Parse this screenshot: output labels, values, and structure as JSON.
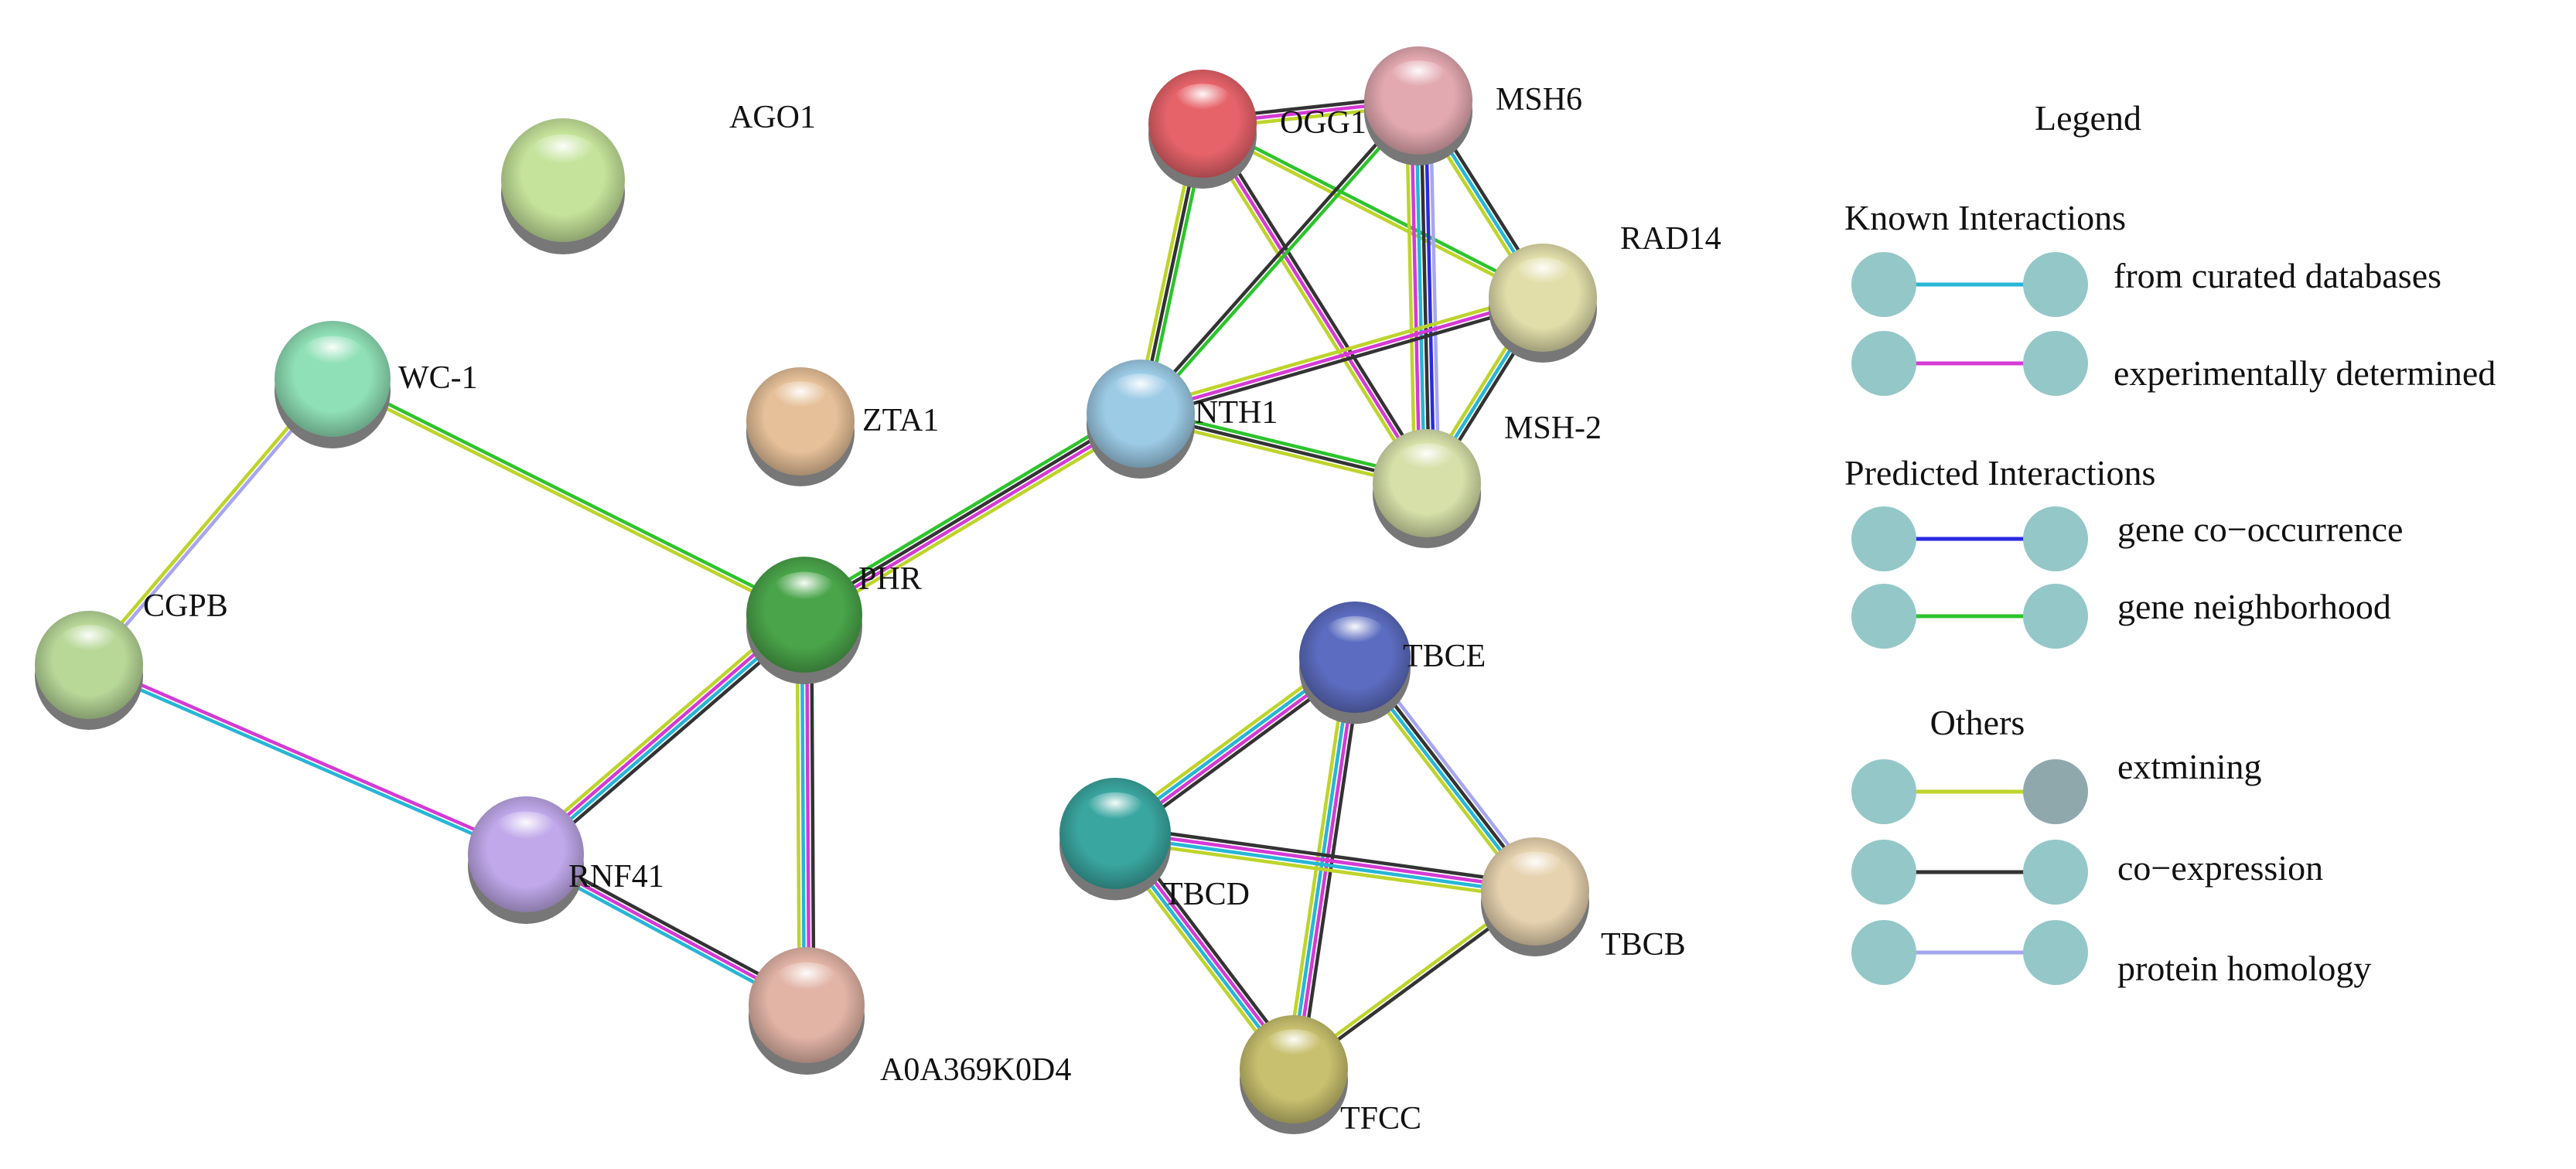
{
  "network": {
    "nodes": [
      {
        "id": "AGO1",
        "label": "AGO1",
        "color": "#c5e39a"
      },
      {
        "id": "OGG1",
        "label": "OGG1",
        "color": "#e6636a"
      },
      {
        "id": "MSH6",
        "label": "MSH6",
        "color": "#e3a9b0"
      },
      {
        "id": "RAD14",
        "label": "RAD14",
        "color": "#e2deaa"
      },
      {
        "id": "WC-1",
        "label": "WC-1",
        "color": "#8fe0b6"
      },
      {
        "id": "ZTA1",
        "label": "ZTA1",
        "color": "#e6c098"
      },
      {
        "id": "NTH1",
        "label": "NTH1",
        "color": "#9ccbe6"
      },
      {
        "id": "MSH-2",
        "label": "MSH-2",
        "color": "#d6e0a8"
      },
      {
        "id": "CGPB",
        "label": "CGPB",
        "color": "#b8d898"
      },
      {
        "id": "PHR",
        "label": "PHR",
        "color": "#4aa54a"
      },
      {
        "id": "TBCE",
        "label": "TBCE",
        "color": "#5c6cc0"
      },
      {
        "id": "TBCD",
        "label": "TBCD",
        "color": "#3aa6a0"
      },
      {
        "id": "RNF41",
        "label": "RNF41",
        "color": "#c0a8ea"
      },
      {
        "id": "TBCB",
        "label": "TBCB",
        "color": "#e6d2ae"
      },
      {
        "id": "A0A369K0D4",
        "label": "A0A369K0D4",
        "color": "#e2b4a6"
      },
      {
        "id": "TFCC",
        "label": "TFCC",
        "color": "#c8c06e"
      }
    ],
    "edges": [
      {
        "source": "WC-1",
        "target": "CGPB",
        "types": [
          "homology",
          "textmining"
        ]
      },
      {
        "source": "WC-1",
        "target": "PHR",
        "types": [
          "neighborhood",
          "textmining"
        ]
      },
      {
        "source": "CGPB",
        "target": "RNF41",
        "types": [
          "experimental",
          "curated"
        ]
      },
      {
        "source": "PHR",
        "target": "NTH1",
        "types": [
          "neighborhood",
          "coexpression",
          "experimental",
          "textmining"
        ]
      },
      {
        "source": "PHR",
        "target": "RNF41",
        "types": [
          "coexpression",
          "curated",
          "experimental",
          "textmining"
        ]
      },
      {
        "source": "PHR",
        "target": "A0A369K0D4",
        "types": [
          "coexpression",
          "experimental",
          "curated",
          "textmining"
        ]
      },
      {
        "source": "RNF41",
        "target": "A0A369K0D4",
        "types": [
          "coexpression",
          "experimental",
          "curated"
        ]
      },
      {
        "source": "OGG1",
        "target": "MSH6",
        "types": [
          "coexpression",
          "experimental",
          "textmining"
        ]
      },
      {
        "source": "OGG1",
        "target": "RAD14",
        "types": [
          "neighborhood",
          "textmining"
        ]
      },
      {
        "source": "OGG1",
        "target": "NTH1",
        "types": [
          "neighborhood",
          "coexpression",
          "textmining"
        ]
      },
      {
        "source": "OGG1",
        "target": "MSH-2",
        "types": [
          "coexpression",
          "experimental",
          "textmining"
        ]
      },
      {
        "source": "MSH6",
        "target": "RAD14",
        "types": [
          "coexpression",
          "curated",
          "textmining"
        ]
      },
      {
        "source": "MSH6",
        "target": "NTH1",
        "types": [
          "neighborhood",
          "coexpression"
        ]
      },
      {
        "source": "MSH6",
        "target": "MSH-2",
        "types": [
          "homology",
          "cooccurrence",
          "coexpression",
          "curated",
          "experimental",
          "textmining"
        ]
      },
      {
        "source": "RAD14",
        "target": "NTH1",
        "types": [
          "coexpression",
          "experimental",
          "textmining"
        ]
      },
      {
        "source": "RAD14",
        "target": "MSH-2",
        "types": [
          "coexpression",
          "curated",
          "textmining"
        ]
      },
      {
        "source": "NTH1",
        "target": "MSH-2",
        "types": [
          "neighborhood",
          "coexpression",
          "textmining"
        ]
      },
      {
        "source": "TBCE",
        "target": "TBCD",
        "types": [
          "coexpression",
          "experimental",
          "curated",
          "textmining"
        ]
      },
      {
        "source": "TBCE",
        "target": "TBCB",
        "types": [
          "homology",
          "coexpression",
          "curated",
          "textmining"
        ]
      },
      {
        "source": "TBCE",
        "target": "TFCC",
        "types": [
          "coexpression",
          "experimental",
          "curated",
          "textmining"
        ]
      },
      {
        "source": "TBCD",
        "target": "TBCB",
        "types": [
          "coexpression",
          "experimental",
          "curated",
          "textmining"
        ]
      },
      {
        "source": "TBCD",
        "target": "TFCC",
        "types": [
          "coexpression",
          "experimental",
          "curated",
          "textmining"
        ]
      },
      {
        "source": "TBCB",
        "target": "TFCC",
        "types": [
          "coexpression",
          "textmining"
        ]
      }
    ]
  },
  "colors": {
    "curated": "#26b6d6",
    "experimental": "#d43ad4",
    "cooccurrence": "#2a2ae2",
    "neighborhood": "#2cc42c",
    "textmining": "#bed42a",
    "coexpression": "#333333",
    "homology": "#a6a6f0",
    "legend_node": "#94c7c8",
    "legend_node_alt": "#8fa8ac"
  },
  "legend": {
    "title": "Legend",
    "groups": [
      {
        "heading": "Known Interactions",
        "items": [
          {
            "label": "from curated databases",
            "type": "curated"
          },
          {
            "label": "experimentally determined",
            "type": "experimental"
          }
        ]
      },
      {
        "heading": "Predicted Interactions",
        "items": [
          {
            "label": "gene co−occurrence",
            "type": "cooccurrence"
          },
          {
            "label": "gene neighborhood",
            "type": "neighborhood"
          }
        ]
      },
      {
        "heading": "Others",
        "items": [
          {
            "label": "extmining",
            "type": "textmining"
          },
          {
            "label": "co−expression",
            "type": "coexpression"
          },
          {
            "label": "protein homology",
            "type": "homology"
          }
        ]
      }
    ]
  }
}
